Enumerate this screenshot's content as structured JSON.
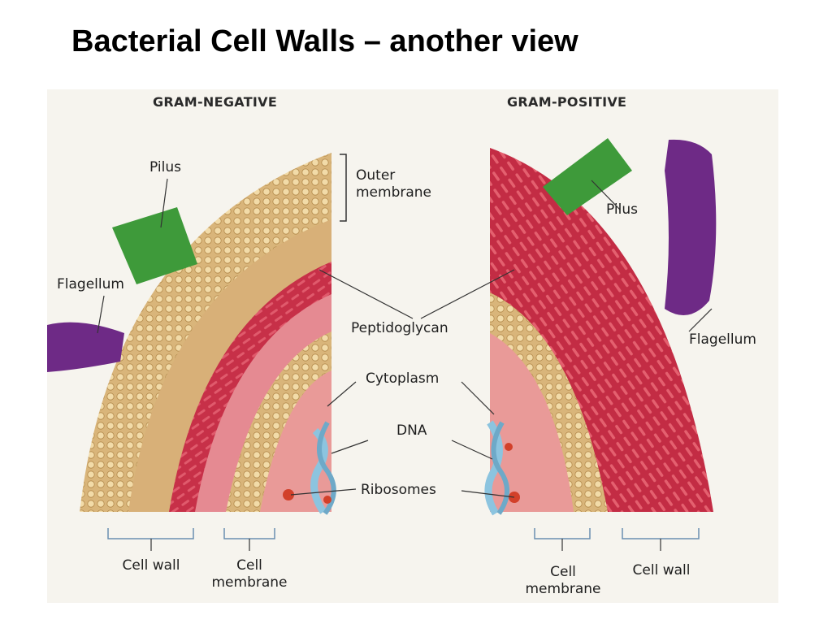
{
  "slide": {
    "title": "Bacterial Cell Walls – another view"
  },
  "figure": {
    "gram_negative": {
      "heading": "GRAM-NEGATIVE",
      "labels": {
        "pilus": "Pilus",
        "outer_membrane": "Outer\nmembrane",
        "flagellum": "Flagellum",
        "cell_wall": "Cell wall",
        "cell_membrane": "Cell\nmembrane"
      }
    },
    "gram_positive": {
      "heading": "GRAM-POSITIVE",
      "labels": {
        "pilus": "Pilus",
        "flagellum": "Flagellum",
        "cell_membrane": "Cell\nmembrane",
        "cell_wall": "Cell wall"
      }
    },
    "shared_labels": {
      "peptidoglycan": "Peptidoglycan",
      "cytoplasm": "Cytoplasm",
      "dna": "DNA",
      "ribosomes": "Ribosomes"
    },
    "colors": {
      "lipid_bead": "#e8c98a",
      "lipid_tail": "#c9a66a",
      "peptidoglycan": "#c8324a",
      "cytoplasm": "#e99a98",
      "pilus": "#3e9a3a",
      "flagellum": "#6e2a86",
      "dna": "#8cc4df",
      "ribosome": "#d2402a"
    }
  }
}
